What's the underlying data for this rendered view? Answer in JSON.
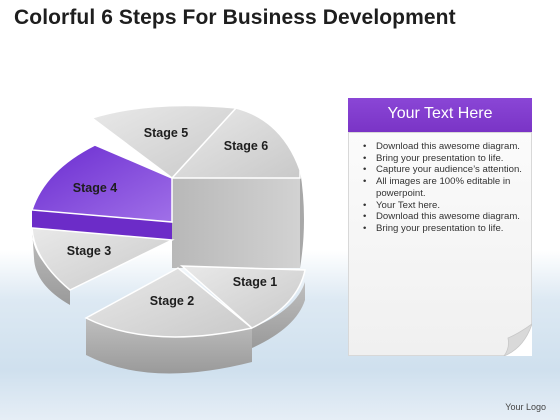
{
  "title": "Colorful 6 Steps For Business Development",
  "stages": [
    {
      "label": "Stage 1"
    },
    {
      "label": "Stage 2"
    },
    {
      "label": "Stage 3"
    },
    {
      "label": "Stage 4"
    },
    {
      "label": "Stage 5"
    },
    {
      "label": "Stage 6"
    }
  ],
  "colors": {
    "accent": "#7b3bd0",
    "accent_dark": "#5e28a6",
    "slice_gray": "#d8d8d8"
  },
  "panel": {
    "heading": "Your Text Here",
    "bullets": [
      "Download this awesome diagram.",
      "Bring your presentation to life.",
      "Capture your audience’s attention.",
      "All images are 100% editable in powerpoint.",
      "Your Text here.",
      "Download this awesome diagram.",
      "Bring your presentation to life."
    ]
  },
  "footer": "Your Logo"
}
